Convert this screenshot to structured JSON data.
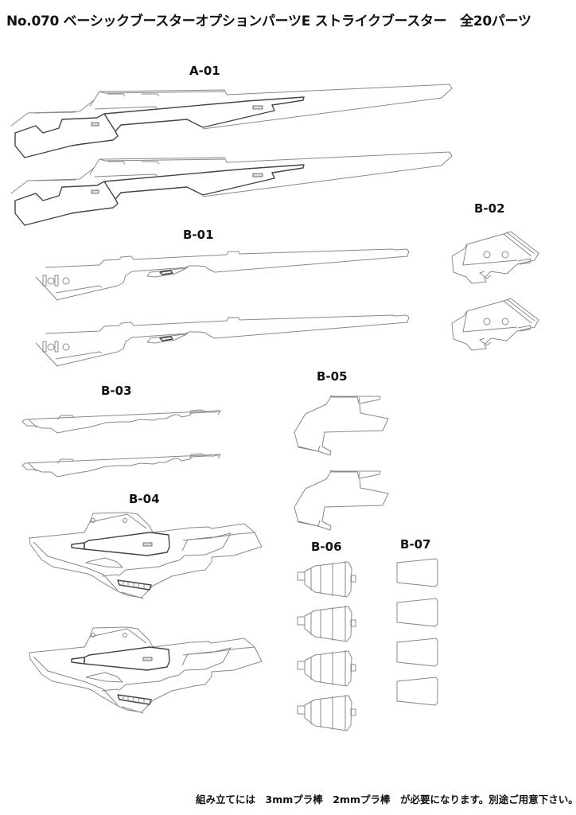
{
  "page": {
    "title": "No.070 ベーシックブースターオプションパーツE ストライクブースター　全20パーツ",
    "footer_note": "組み立てには　3mmプラ棒　2mmプラ棒　が必要になります。別途ご用意下さい。"
  },
  "parts": [
    {
      "id": "A-01",
      "count": 2,
      "shape": "long-blade-with-inner-panel"
    },
    {
      "id": "B-01",
      "count": 2,
      "shape": "long-blade-with-holes"
    },
    {
      "id": "B-02",
      "count": 2,
      "shape": "angled-block-with-two-holes"
    },
    {
      "id": "B-03",
      "count": 2,
      "shape": "thin-strip"
    },
    {
      "id": "B-04",
      "count": 2,
      "shape": "wing-panel-with-vents"
    },
    {
      "id": "B-05",
      "count": 2,
      "shape": "hook-bracket"
    },
    {
      "id": "B-06",
      "count": 4,
      "shape": "segmented-nozzle"
    },
    {
      "id": "B-07",
      "count": 4,
      "shape": "trapezoid-plate"
    }
  ],
  "labels": {
    "a01": "A-01",
    "b01": "B-01",
    "b02": "B-02",
    "b03": "B-03",
    "b04": "B-04",
    "b05": "B-05",
    "b06": "B-06",
    "b07": "B-07"
  },
  "total_parts": "全20パーツ"
}
